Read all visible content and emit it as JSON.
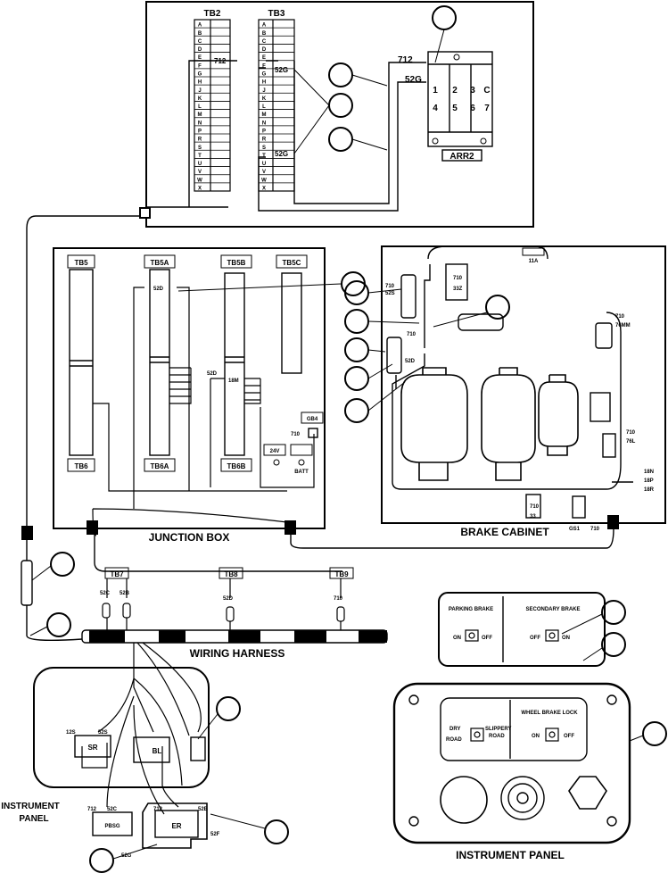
{
  "top_panel": {
    "tb2": "TB2",
    "tb3": "TB3",
    "terminal_letters": [
      "A",
      "B",
      "C",
      "D",
      "E",
      "F",
      "G",
      "H",
      "J",
      "K",
      "L",
      "M",
      "N",
      "P",
      "R",
      "S",
      "T",
      "U",
      "V",
      "W",
      "X"
    ],
    "tb2_wire": "712",
    "tb3_wire_upper": "52G",
    "tb3_wire_lower": "52G",
    "arr2_wire_712": "712",
    "arr2_wire_52g": "52G",
    "arr2_top_row": [
      "1",
      "2",
      "3",
      "C"
    ],
    "arr2_bottom_row": [
      "4",
      "5",
      "6",
      "7"
    ],
    "arr2_label": "ARR2"
  },
  "junction_box": {
    "title": "JUNCTION BOX",
    "tb5": "TB5",
    "tb5a": "TB5A",
    "tb5b": "TB5B",
    "tb5c": "TB5C",
    "tb6": "TB6",
    "tb6a": "TB6A",
    "tb6b": "TB6B",
    "wire_52d_top": "52D",
    "wire_52d": "52D",
    "wire_18m": "18M",
    "gb4": "GB4",
    "wire_710": "710",
    "v24": "24V",
    "batt": "BATT"
  },
  "brake_cabinet": {
    "title": "BRAKE CABINET",
    "c11a": "11A",
    "w710_a": "710",
    "w52s": "52S",
    "w710_b": "710",
    "w33z": "33Z",
    "w710_c": "710",
    "w52d": "52D",
    "w710_d": "710",
    "w76mm": "76MM",
    "w710_e": "710",
    "w76l": "76L",
    "w18n": "18N",
    "w18p": "18P",
    "w18r": "18R",
    "w710_f": "710",
    "w33": "33",
    "gs1": "GS1",
    "w710_g": "710"
  },
  "harness": {
    "title": "WIRING HARNESS",
    "tb7": "TB7",
    "tb8": "TB8",
    "tb9": "TB9",
    "w52c": "52C",
    "w52b": "52B",
    "w52d": "52D",
    "w710": "710"
  },
  "instrument_panel_left": {
    "title_line1": "INSTRUMENT",
    "title_line2": "PANEL",
    "w12s": "12S",
    "w52s": "52S",
    "sr": "SR",
    "bl": "BL",
    "w712_a": "712",
    "w52c": "52C",
    "pbsg": "PBSG",
    "w712_b": "712",
    "w52b": "52B",
    "er": "ER",
    "w52f": "52F",
    "w52g": "52G"
  },
  "brake_switch_panel": {
    "parking_title": "PARKING BRAKE",
    "parking_on": "ON",
    "parking_off": "OFF",
    "secondary_title": "SECONDARY BRAKE",
    "secondary_off": "OFF",
    "secondary_on": "ON"
  },
  "instrument_panel_right": {
    "title": "INSTRUMENT PANEL",
    "dry_line1": "DRY",
    "dry_line2": "ROAD",
    "slip_line1": "SLIPPERY",
    "slip_line2": "ROAD",
    "lock_title": "WHEEL BRAKE LOCK",
    "lock_on": "ON",
    "lock_off": "OFF"
  }
}
